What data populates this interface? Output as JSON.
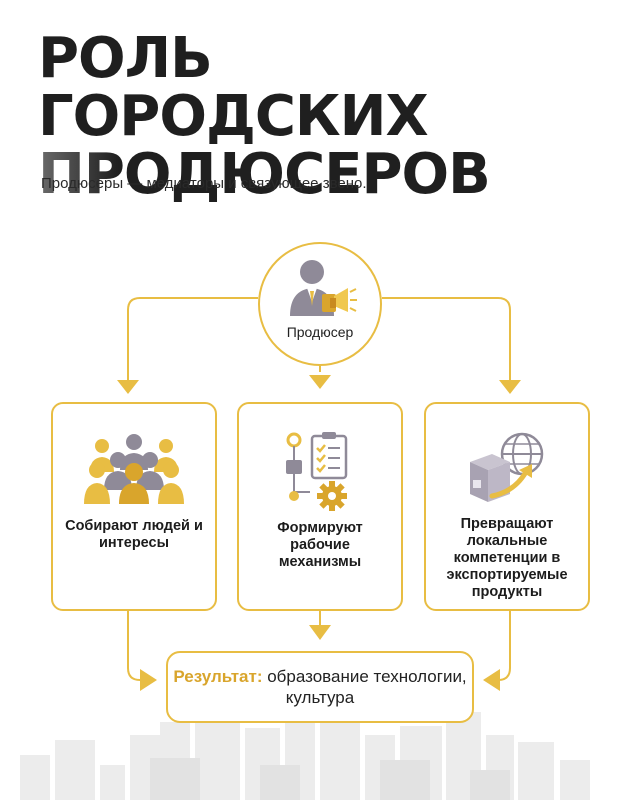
{
  "title": {
    "line1": "РОЛЬ ГОРОДСКИХ",
    "line2": "ПРОДЮСЕРОВ"
  },
  "subtitle": "Продюсеры — медиаторы и связующее звено.",
  "producer": {
    "label": "Продюсер",
    "icon": "presenter-with-megaphone-icon"
  },
  "cards": [
    {
      "text": "Собирают людей и интересы",
      "icon": "people-group-icon"
    },
    {
      "text": "Формируют рабочие механизмы",
      "icon": "workflow-checklist-gear-icon"
    },
    {
      "text": "Превращают локальные компетенции в экспортируемые продукты",
      "icon": "box-globe-export-icon"
    }
  ],
  "result": {
    "accent": "Результат:",
    "text": " образование технологии, культура"
  },
  "colors": {
    "accent": "#e8bd43",
    "accent_dark": "#d9a52c",
    "text": "#1f1f1f",
    "icon_gray": "#8f8a98",
    "city": "#e9e9e9"
  }
}
